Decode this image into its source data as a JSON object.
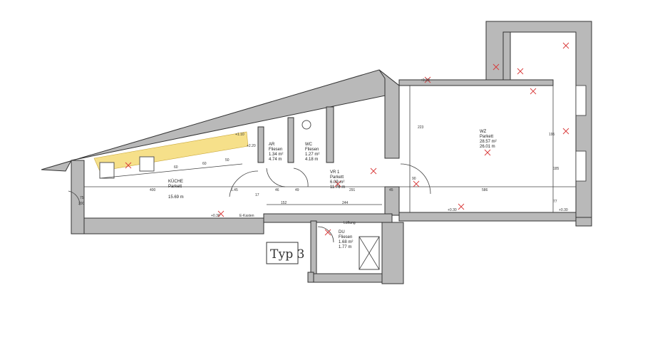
{
  "rooms": {
    "kueche": {
      "name": "KÜCHE",
      "floor": "Parkett",
      "area1": "",
      "area2": "15.69 m"
    },
    "ar": {
      "name": "AR",
      "floor": "Fliesen",
      "area1": "1.34 m²",
      "area2": "4.74 m"
    },
    "wc": {
      "name": "WC",
      "floor": "Fliesen",
      "area1": "1.27 m²",
      "area2": "4.18 m"
    },
    "vr": {
      "name": "VR 1",
      "floor": "Parkett",
      "area1": "6.09 m²",
      "area2": "11.76 m"
    },
    "wz": {
      "name": "WZ",
      "floor": "Parkett",
      "area1": "28.57 m²",
      "area2": "26.01 m"
    },
    "du": {
      "name": "DU",
      "floor": "Fliesen",
      "area1": "1.68 m²",
      "area2": "1.77 m"
    }
  },
  "labels": {
    "e_kasten": "E-Kasten",
    "lueftung": "Lüftung",
    "stamp": "Тур 3"
  },
  "dims": {
    "d_75": "75",
    "d_200": "200",
    "d_400": "400",
    "d_60": "60",
    "d_50": "50",
    "d_145": "1.45",
    "d_17": "17",
    "d_46": "46",
    "d_49": "49",
    "d_291": "291",
    "d_45": "45",
    "d_586": "586",
    "d_152": "152",
    "d_244": "244",
    "d_90": "90",
    "d_223": "223",
    "d_185": "185",
    "d_195": "195",
    "d_77": "77",
    "h_030": "+0.30",
    "h_220": "+2.20",
    "h_110": "+1.10"
  }
}
